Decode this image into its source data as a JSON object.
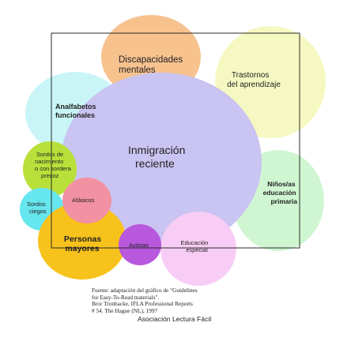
{
  "colors": {
    "frame": "#2a2a2a",
    "inmigracion": "#c9c4f1",
    "discapacidades": "#f7c28e",
    "trastornos": "#f6f8c2",
    "analfabetos": "#c9f5f7",
    "sordos_nacimiento": "#b9e03a",
    "sordos_ciegos": "#66e6ee",
    "afasicos": "#f291a1",
    "personas_mayores": "#f7c21c",
    "autistas": "#b758dd",
    "educacion_especial": "#f8cdf5",
    "ninos_primaria": "#cff6d1"
  },
  "labels": {
    "discapacidades": [
      "Discapacidades",
      "mentales"
    ],
    "trastornos": [
      "Trastornos",
      "del aprendizaje"
    ],
    "analfabetos": [
      "Analfabetos",
      "funcionales"
    ],
    "inmigracion": [
      "Inmigración",
      "reciente"
    ],
    "sordos_nacimiento": [
      "Sordos de",
      "nacimiento",
      "o con sordera",
      "precoz"
    ],
    "sordos_ciegos": [
      "Sordos",
      "ciegos"
    ],
    "afasicos": [
      "Afásicos"
    ],
    "personas_mayores": [
      "Personas",
      "mayores"
    ],
    "autistas": [
      "Autistas"
    ],
    "educacion_especial": [
      "Educación",
      "especial"
    ],
    "ninos_primaria": [
      "Niños/as",
      "educación",
      "primaria"
    ]
  },
  "caption": {
    "lines": [
      "Fuente: adaptación del gráfico de \"Guidelines",
      "for Easy-To-Read materials\".",
      "Bror Tronbacke, IFLA Professional Reports",
      "# 54. The Hague (NL), 1997"
    ],
    "org": "Asociación Lectura Fácil"
  }
}
